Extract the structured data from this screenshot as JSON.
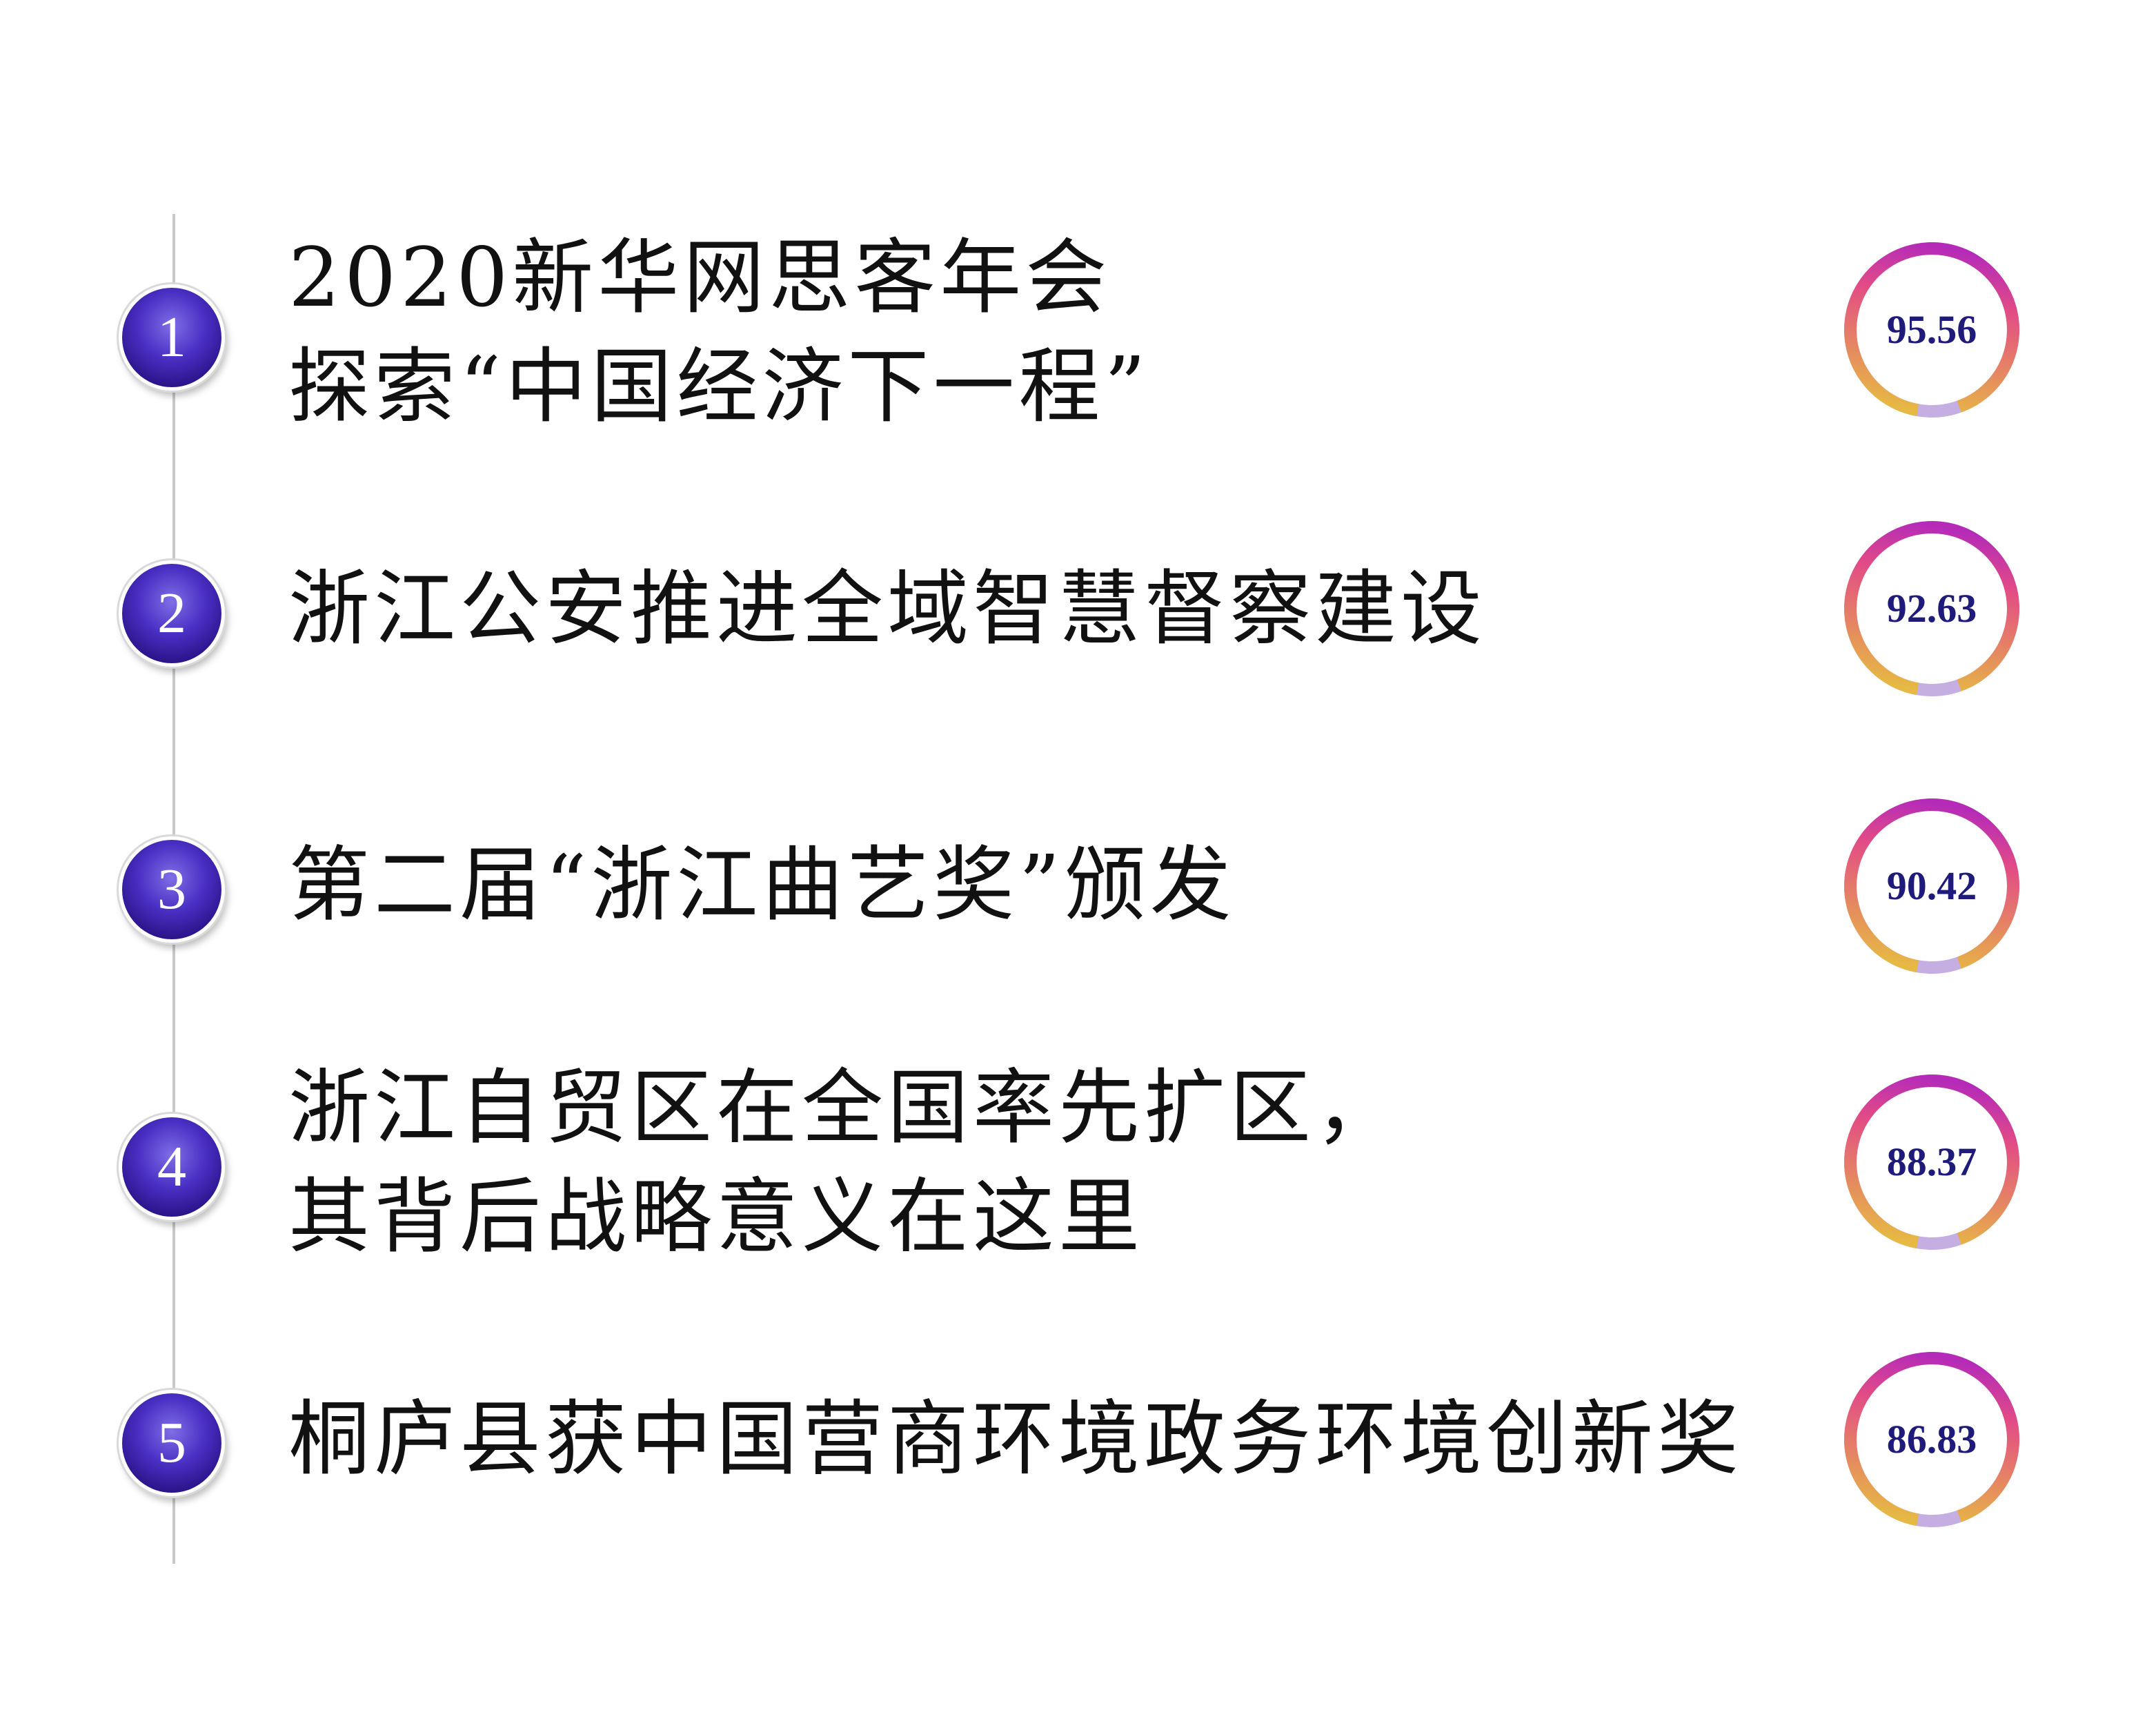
{
  "items": [
    {
      "rank": "1",
      "title_lines": [
        "2020新华网思客年会",
        "探索“中国经济下一程”"
      ],
      "score": "95.56"
    },
    {
      "rank": "2",
      "title_lines": [
        "浙江公安推进全域智慧督察建设"
      ],
      "score": "92.63"
    },
    {
      "rank": "3",
      "title_lines": [
        "第二届“浙江曲艺奖”颁发"
      ],
      "score": "90.42"
    },
    {
      "rank": "4",
      "title_lines": [
        "浙江自贸区在全国率先扩区，",
        "其背后战略意义在这里"
      ],
      "score": "88.37"
    },
    {
      "rank": "5",
      "title_lines": [
        "桐庐县获中国营商环境政务环境创新奖"
      ],
      "score": "86.83"
    }
  ],
  "colors": {
    "badge": "#3b22b0",
    "score_text": "#1f1b7a",
    "ring_gradient": [
      "#b52bb8",
      "#e24b86",
      "#e57a6a",
      "#e8a24a",
      "#e6b844"
    ],
    "ring_gap": "#c5aee2"
  }
}
